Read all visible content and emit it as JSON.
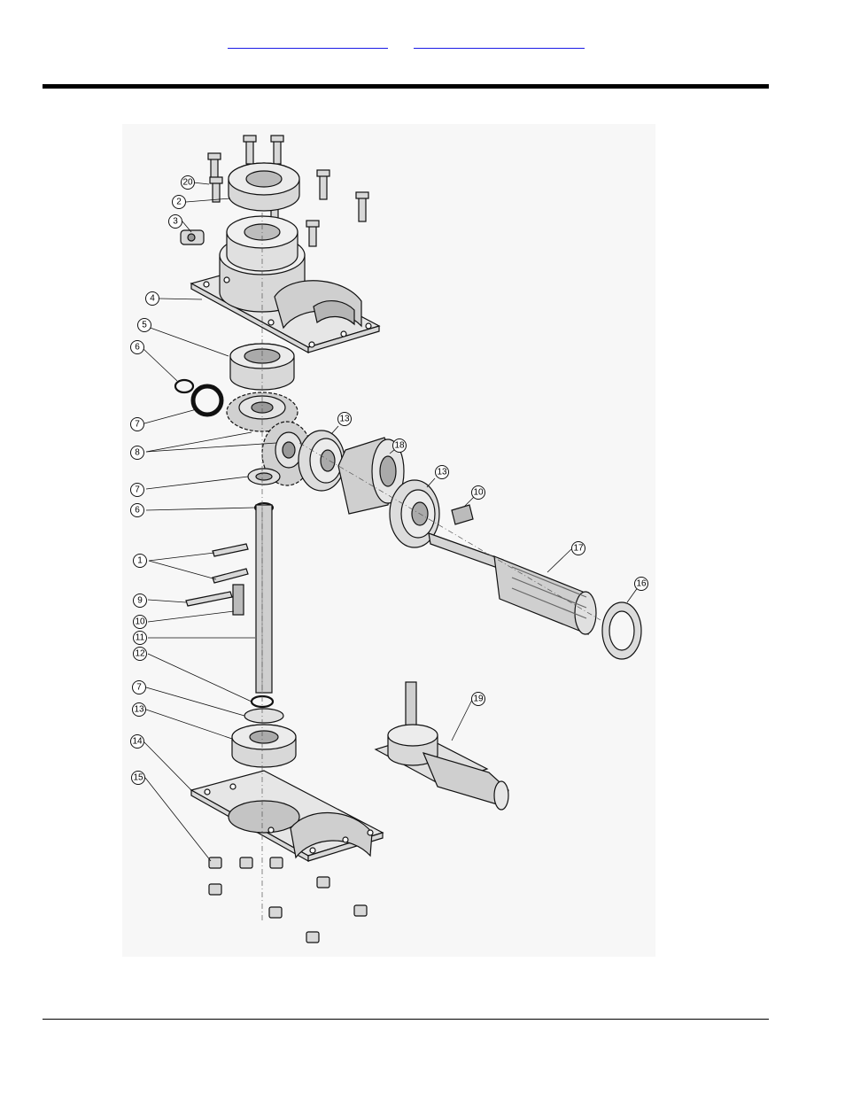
{
  "header": {
    "link_a": "",
    "link_b": ""
  },
  "diagram": {
    "callouts": [
      {
        "id": "c20",
        "label": "20"
      },
      {
        "id": "c2",
        "label": "2"
      },
      {
        "id": "c3",
        "label": "3"
      },
      {
        "id": "c4",
        "label": "4"
      },
      {
        "id": "c5",
        "label": "5"
      },
      {
        "id": "c6a",
        "label": "6"
      },
      {
        "id": "c7a",
        "label": "7"
      },
      {
        "id": "c8",
        "label": "8"
      },
      {
        "id": "c7b",
        "label": "7"
      },
      {
        "id": "c6b",
        "label": "6"
      },
      {
        "id": "c1",
        "label": "1"
      },
      {
        "id": "c9",
        "label": "9"
      },
      {
        "id": "c10a",
        "label": "10"
      },
      {
        "id": "c11",
        "label": "11"
      },
      {
        "id": "c12",
        "label": "12"
      },
      {
        "id": "c7c",
        "label": "7"
      },
      {
        "id": "c13a",
        "label": "13"
      },
      {
        "id": "c14",
        "label": "14"
      },
      {
        "id": "c15",
        "label": "15"
      },
      {
        "id": "c13b",
        "label": "13"
      },
      {
        "id": "c18",
        "label": "18"
      },
      {
        "id": "c13c",
        "label": "13"
      },
      {
        "id": "c10b",
        "label": "10"
      },
      {
        "id": "c17",
        "label": "17"
      },
      {
        "id": "c16",
        "label": "16"
      },
      {
        "id": "c19",
        "label": "19"
      }
    ]
  }
}
